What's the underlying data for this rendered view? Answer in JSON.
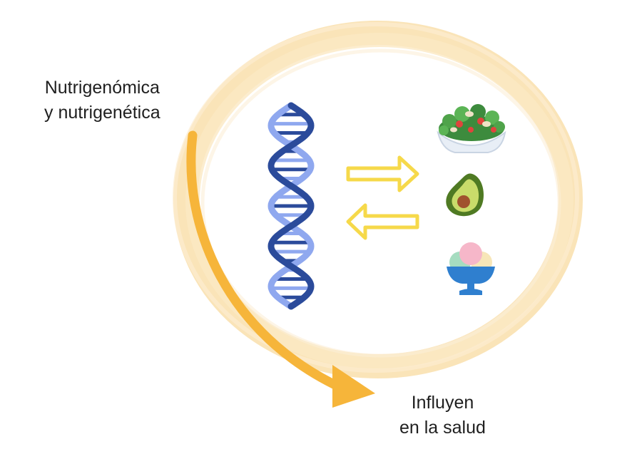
{
  "diagram": {
    "label_top": [
      "Nutrigenómica",
      "y nutrigenética"
    ],
    "label_bottom": [
      "Influyen",
      "en la salud"
    ],
    "icons": [
      "dna-icon",
      "arrow-right-icon",
      "arrow-left-icon",
      "salad-icon",
      "avocado-icon",
      "ice-cream-icon",
      "curved-arrow-icon"
    ],
    "colors": {
      "ring": "#f9e1b0",
      "curved_arrow": "#f6b53a",
      "dna_dark": "#2b4b9b",
      "dna_light": "#8fa8ef",
      "small_arrows": "#f6d94a",
      "salad_bowl": "#e8eef6",
      "salad_green": "#3d8b3d",
      "avocado_skin": "#4f7a23",
      "avocado_flesh": "#c9dc6a",
      "avocado_pit": "#a0522d",
      "ice_cream_cup": "#2f7fcf",
      "scoop_pink": "#f6b7c9",
      "scoop_mint": "#a6dcc0",
      "scoop_cream": "#f7e6b8"
    }
  }
}
